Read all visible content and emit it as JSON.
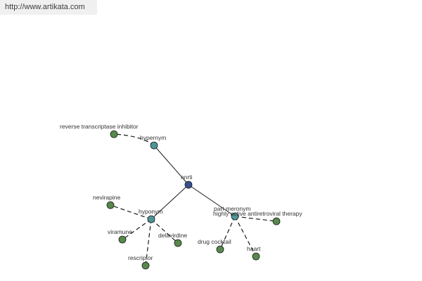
{
  "header": {
    "url": "http://www.artikata.com"
  },
  "colors": {
    "root": "#35508d",
    "relation": "#4f9597",
    "term": "#56894b"
  },
  "graph": {
    "root": "nnrti",
    "relations": {
      "hypernym": "hypernym",
      "hyponym": "hyponym",
      "part_meronym": "part meronym"
    },
    "terms": {
      "reverse_transcriptase_inhibitor": "reverse transcriptase inhibitor",
      "nevirapine": "nevirapine",
      "viramune": "viramune",
      "delavirdine": "delavirdine",
      "rescriptor": "rescriptor",
      "drug_cocktail": "drug cocktail",
      "haart": "haart",
      "highly_active_antiretroviral_therapy": "highly active antiretroviral therapy"
    }
  }
}
